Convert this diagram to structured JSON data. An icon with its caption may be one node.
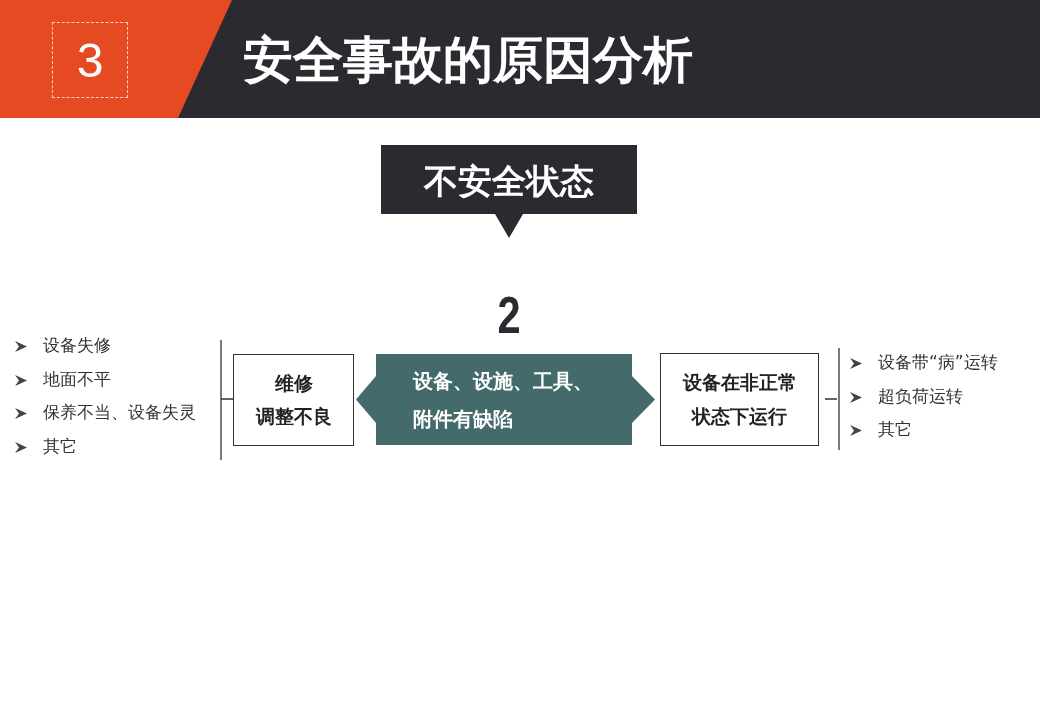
{
  "diagram": {
    "title": "安全事故的原因分析",
    "nodes": [
      {
        "text": [
          "3"
        ]
      },
      {
        "text": [
          "不安全状态"
        ]
      },
      {
        "text": [
          "维修",
          "调整不良"
        ]
      },
      {
        "text": [
          "设备、设施、工具、附件有缺陷"
        ]
      },
      {
        "text": [
          "设备在非正常状态下运行"
        ]
      }
    ],
    "labels": [
      "2",
      "设备失修",
      "地面不平",
      "保养不当、设备失灵",
      "其它",
      "设备带“病”运转",
      "超负荷运转",
      "其它"
    ]
  }
}
